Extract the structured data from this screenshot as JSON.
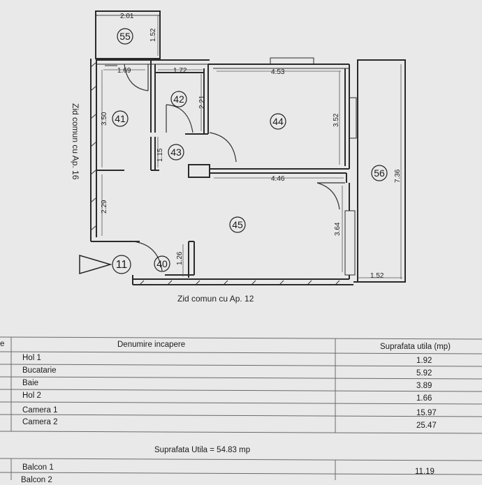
{
  "plan": {
    "rooms": [
      {
        "id": "55"
      },
      {
        "id": "41"
      },
      {
        "id": "42"
      },
      {
        "id": "43"
      },
      {
        "id": "44"
      },
      {
        "id": "45"
      },
      {
        "id": "56"
      },
      {
        "id": "40"
      },
      {
        "id": "11"
      }
    ],
    "dimensions": [
      "2.01",
      "1.52",
      "1.69",
      "1.72",
      "4.53",
      "2.21",
      "3.52",
      "3.50",
      "1.15",
      "4.46",
      "7.36",
      "2.29",
      "3.64",
      "1.26",
      "1.52"
    ],
    "side_labels": {
      "left": "Zid comun cu Ap. 16",
      "bottom": "Zid comun cu Ap. 12"
    }
  },
  "table": {
    "header": {
      "col0": "e",
      "col1": "Denumire incapere",
      "col2": "Suprafata utila (mp)"
    },
    "rows": [
      {
        "name": "Hol 1",
        "area": "1.92"
      },
      {
        "name": "Bucatarie",
        "area": "5.92"
      },
      {
        "name": "Baie",
        "area": "3.89"
      },
      {
        "name": "Hol 2",
        "area": "1.66"
      },
      {
        "name": "Camera 1",
        "area": "15.97"
      },
      {
        "name": "Camera 2",
        "area": "25.47"
      }
    ],
    "total": "Suprafata Utila = 54.83 mp",
    "balcony_rows": [
      {
        "name": "Balcon 1",
        "area": "11.19"
      },
      {
        "name": "Balcon 2",
        "area": ""
      }
    ]
  }
}
